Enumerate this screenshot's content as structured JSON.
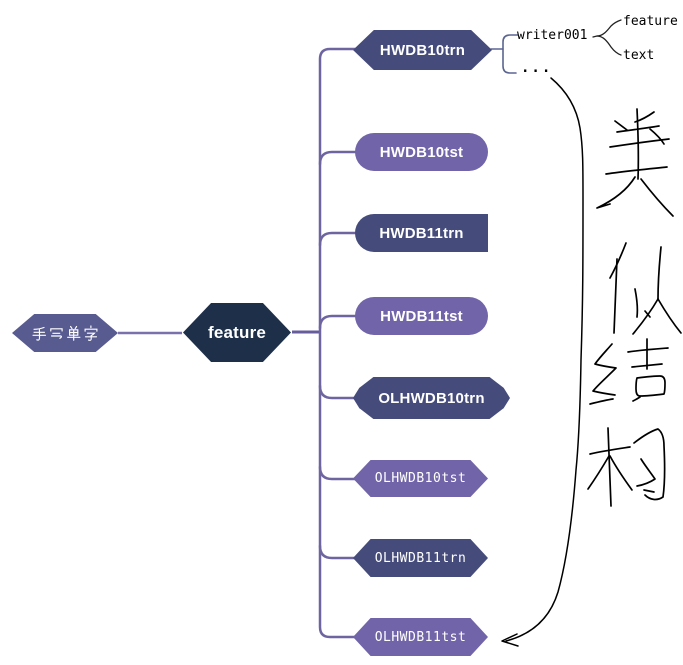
{
  "diagram": {
    "root": {
      "label": "手写单字"
    },
    "hub": {
      "label": "feature"
    },
    "children": [
      {
        "label": "HWDB10trn"
      },
      {
        "label": "HWDB10tst"
      },
      {
        "label": "HWDB11trn"
      },
      {
        "label": "HWDB11tst"
      },
      {
        "label": "OLHWDB10trn"
      },
      {
        "label": "OLHWDB10tst"
      },
      {
        "label": "OLHWDB11trn"
      },
      {
        "label": "OLHWDB11tst"
      }
    ],
    "writer_subtree": {
      "label": "writer001",
      "children": [
        {
          "label": "feature"
        },
        {
          "label": "text"
        }
      ],
      "ellipsis": "..."
    },
    "annotation": {
      "label": "类似结构",
      "chars": [
        "类",
        "似",
        "结",
        "构"
      ]
    },
    "colors": {
      "node_dark": "#454C7B",
      "node_purple": "#7164A8",
      "hub_fill": "#1E3049",
      "root_fill": "#585B90",
      "connector": "#6E649F",
      "root_link": "#7A70AC",
      "bracket": "#5C6590",
      "ink": "#000000",
      "node_text": "#FFFFFF"
    }
  }
}
